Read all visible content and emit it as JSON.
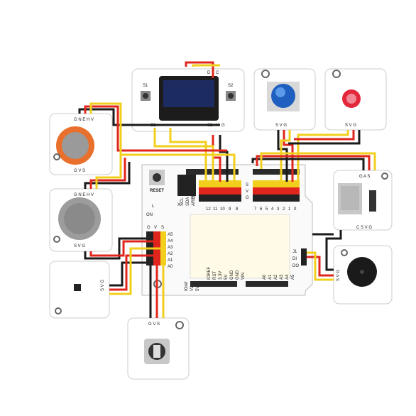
{
  "colors": {
    "red": "#e0261c",
    "yellow": "#f2cf1d",
    "black": "#1a1a1a",
    "board": "#fafafa",
    "module": "#ffffff"
  },
  "oled": {
    "s1": "S1",
    "s2": "S2",
    "labels": [
      "S1",
      "S2",
      "V",
      "G",
      "D",
      "C"
    ]
  },
  "pin_labels": {
    "analog_header": [
      "G",
      "V",
      "S",
      "A5",
      "A4",
      "A3",
      "A2",
      "A1",
      "A0"
    ],
    "top_header": [
      "12",
      "11",
      "10",
      "9",
      "8",
      "7",
      "6",
      "5",
      "4",
      "3",
      "2",
      "1",
      "0"
    ],
    "side": [
      "SCL",
      "SDA",
      "AREF"
    ],
    "left_row": [
      "S",
      "V2",
      "G"
    ],
    "right_row": [
      "S",
      "V",
      "G"
    ],
    "bottom_power": [
      "IOREF",
      "RST",
      "3.3V",
      "5V",
      "GND",
      "GND",
      "VIN"
    ],
    "bottom_analog": [
      "A0",
      "A1",
      "A2",
      "A3",
      "A4",
      "A5"
    ],
    "j": [
      "J1",
      "DI",
      "DO"
    ],
    "left_mid": [
      "L",
      "ON",
      "X"
    ],
    "ioref_left": [
      "IOref",
      "V2",
      "5V"
    ]
  },
  "board": {
    "reset": "RESET"
  },
  "modules": {
    "gas_top": "G N E H V",
    "gas_bottom": "G V S",
    "mq_top": "G N E H V",
    "mq_bottom": "S V G",
    "light": "S V G",
    "button_pins": "S V G",
    "led_pins": "S V G",
    "pot_pins": "G V S",
    "sd_top": "G A S",
    "sd_bottom": "C S V G",
    "buzzer": "S V G"
  }
}
